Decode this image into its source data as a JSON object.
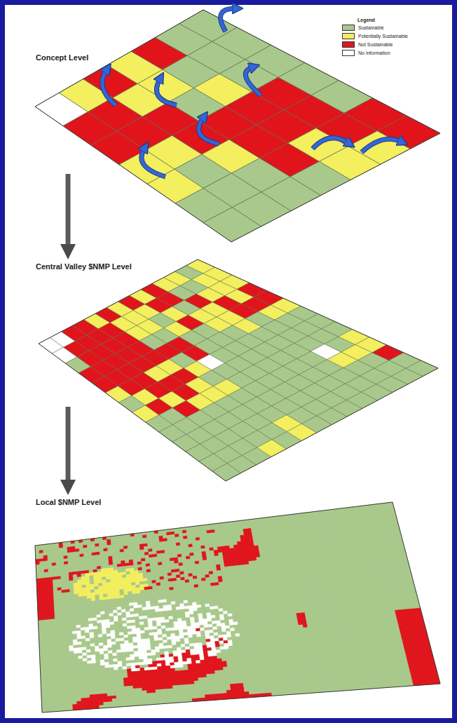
{
  "diagram": {
    "nodes": [
      {
        "text": [
          "Concept Level"
        ]
      },
      {
        "text": [
          "Central Valley $NMP Level"
        ]
      },
      {
        "text": [
          "Local $NMP Level"
        ]
      }
    ],
    "edges": [
      {
        "from": 0,
        "to": 1,
        "arrow": "to"
      },
      {
        "from": 1,
        "to": 2,
        "arrow": "to"
      }
    ],
    "labels": [
      "Legend"
    ],
    "legend": [
      {
        "text": "Sustainable",
        "color": "#a9c98c"
      },
      {
        "text": "Potentially Sustainable",
        "color": "#f3ef5e"
      },
      {
        "text": "Not Sustainable",
        "color": "#e1141c"
      },
      {
        "text": "No information",
        "color": "#ffffff"
      }
    ]
  }
}
